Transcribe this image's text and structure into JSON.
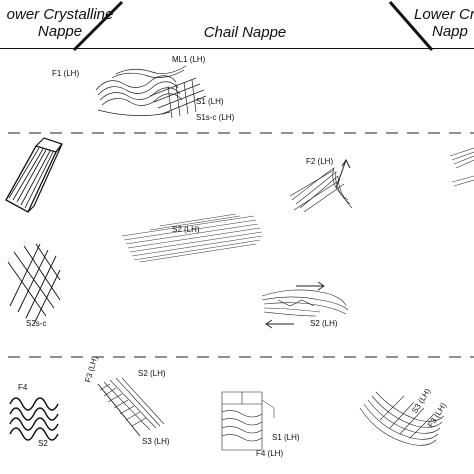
{
  "header": {
    "left_title_line1": "ower Crystalline",
    "left_title_line2": "Nappe",
    "center_title": "Chail Nappe",
    "right_title_line1": "Lower Crys",
    "right_title_line2": "Napp"
  },
  "labels": {
    "f1": "F1 (LH)",
    "ml1": "ML1 (LH)",
    "s1": "S1 (LH)",
    "s1s_c": "S1s-c (LH)",
    "f2": "F2 (LH)",
    "s2_mid": "S2 (LH)",
    "s2s_c": "S2s-c",
    "s2_shear": "S2 (LH)",
    "f4_left": "F4",
    "s2_left": "S2",
    "f3": "F3 (LH)",
    "s2_f3": "S2 (LH)",
    "s3_f3": "S3 (LH)",
    "s1_bottom": "S1 (LH)",
    "f4_bottom": "F4 (LH)",
    "s3_right": "S3 (LH)",
    "f3_right": "F3 (LH)"
  }
}
